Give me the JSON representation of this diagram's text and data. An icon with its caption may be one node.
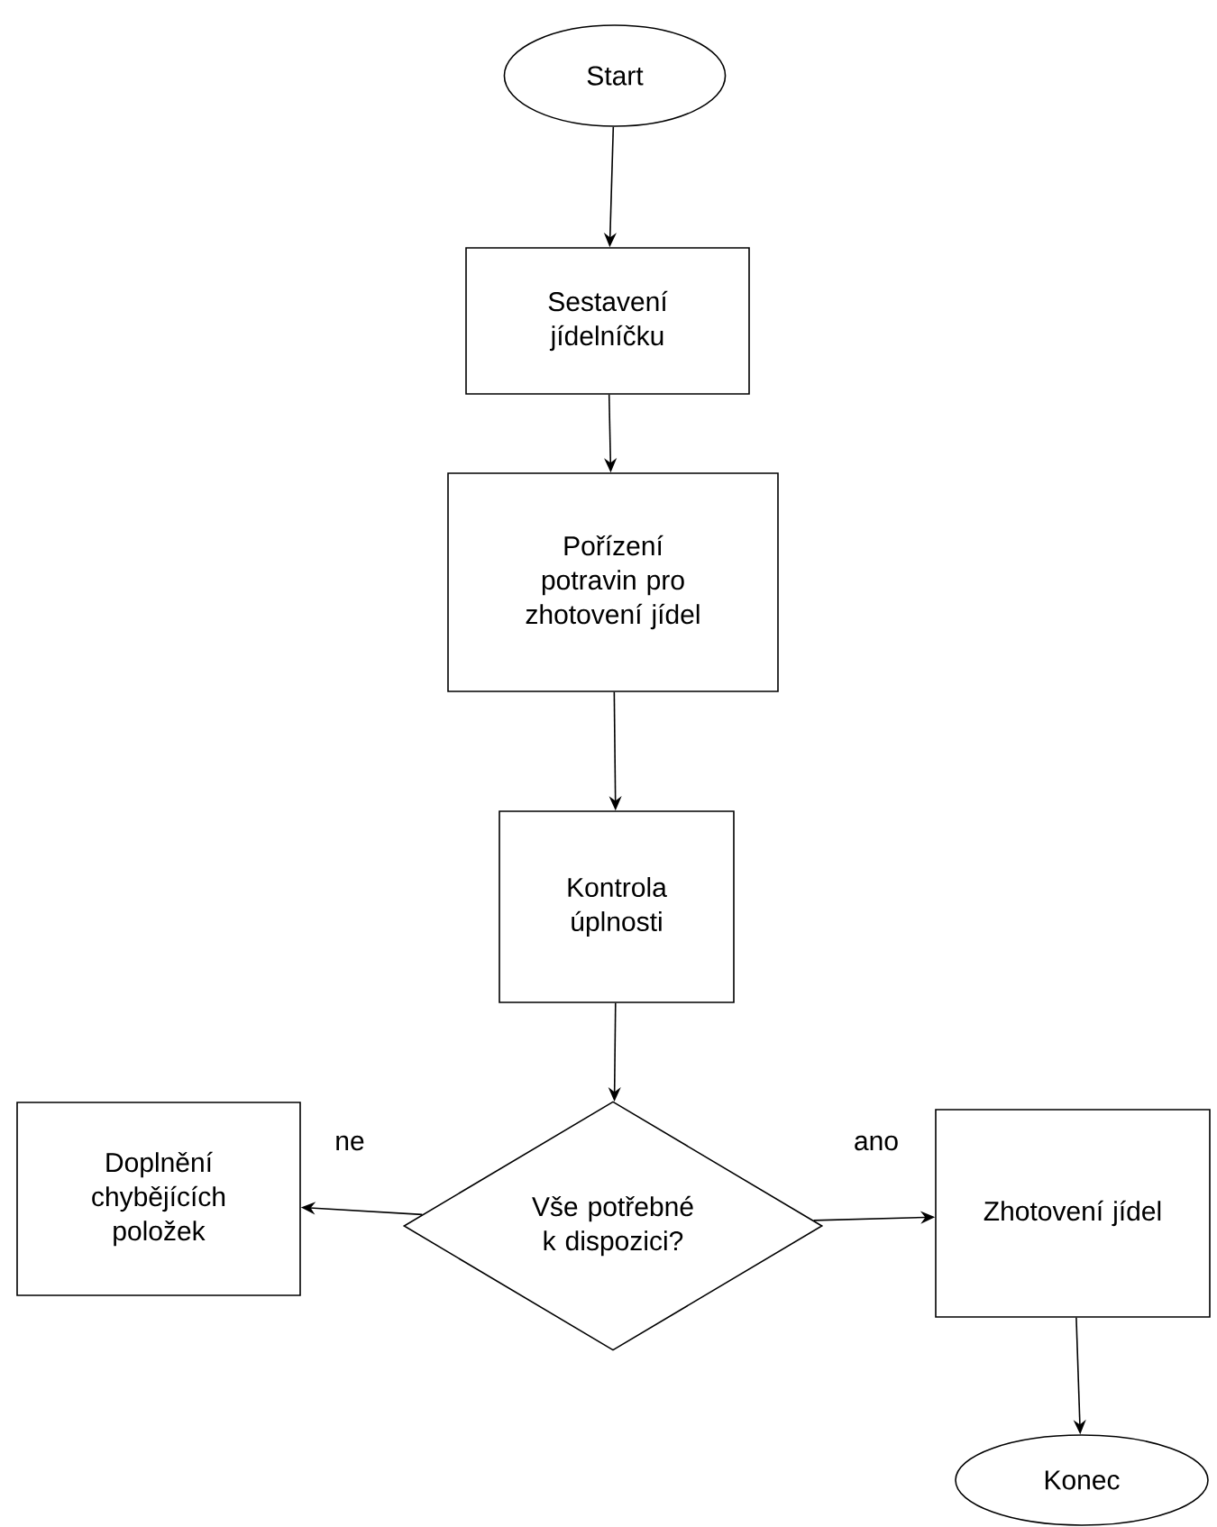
{
  "diagram": {
    "nodes": [
      {
        "text": [
          "Start"
        ]
      },
      {
        "text": [
          "Sestavení jídelníčku"
        ]
      },
      {
        "text": [
          "Pořízení potravin pro zhotovení jídel"
        ]
      },
      {
        "text": [
          "Kontrola úplnosti"
        ]
      },
      {
        "text": [
          "Vše potřebné k dispozici?"
        ]
      },
      {
        "text": [
          "Doplnění chybějících položek"
        ]
      },
      {
        "text": [
          "Zhotovení jídel"
        ]
      },
      {
        "text": [
          "Konec"
        ]
      }
    ],
    "edges": [
      {
        "from": 0,
        "to": 1,
        "arrow": "to"
      },
      {
        "from": 1,
        "to": 2,
        "arrow": "to"
      },
      {
        "from": 2,
        "to": 3,
        "arrow": "to"
      },
      {
        "from": 3,
        "to": 4,
        "arrow": "to"
      },
      {
        "from": 4,
        "to": 5,
        "arrow": "to",
        "label": "ne"
      },
      {
        "from": 4,
        "to": 6,
        "arrow": "to",
        "label": "ano"
      },
      {
        "from": 6,
        "to": 7,
        "arrow": "to"
      }
    ]
  }
}
